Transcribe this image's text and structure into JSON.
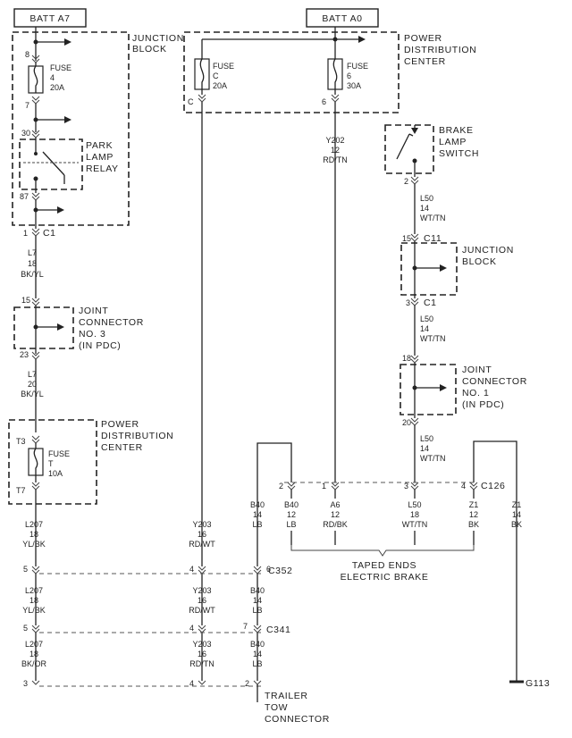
{
  "sources": {
    "batt_a7": "BATT A7",
    "batt_a0": "BATT A0"
  },
  "junction_block_left": {
    "label": [
      "JUNCTION",
      "BLOCK"
    ],
    "pin_top": "8",
    "fuse": [
      "FUSE",
      "4",
      "20A"
    ],
    "pin_after_fuse": "7",
    "pin_relay_in": "30",
    "relay": [
      "PARK",
      "LAMP",
      "RELAY"
    ],
    "pin_relay_out": "87",
    "connector_pin": "1",
    "connector": "C1"
  },
  "pdc_top": {
    "label": [
      "POWER",
      "DISTRIBUTION",
      "CENTER"
    ],
    "fuse_c": [
      "FUSE",
      "C",
      "20A"
    ],
    "fuse_c_pin": "C",
    "fuse_6": [
      "FUSE",
      "6",
      "30A"
    ],
    "fuse_6_pin": "6"
  },
  "wires": {
    "l7_upper": [
      "L7",
      "18",
      "BK/YL"
    ],
    "l7_lower": [
      "L7",
      "20",
      "BK/YL"
    ],
    "y202": [
      "Y202",
      "12",
      "RD/TN"
    ],
    "l50_a": [
      "L50",
      "14",
      "WT/TN"
    ],
    "l50_b": [
      "L50",
      "14",
      "WT/TN"
    ],
    "l50_c": [
      "L50",
      "14",
      "WT/TN"
    ]
  },
  "joint_connector_3": {
    "pin_top": "15",
    "label": [
      "JOINT",
      "CONNECTOR",
      "NO. 3",
      "(IN PDC)"
    ],
    "pin_bottom": "23"
  },
  "pdc_lower": {
    "label": [
      "POWER",
      "DISTRIBUTION",
      "CENTER"
    ],
    "pin_top": "T3",
    "fuse": [
      "FUSE",
      "T",
      "10A"
    ],
    "pin_bottom": "T7"
  },
  "brake_lamp_switch": {
    "label": [
      "BRAKE",
      "LAMP",
      "SWITCH"
    ],
    "pin": "2"
  },
  "junction_block_right": {
    "pin_top": "15",
    "connector_top": "C11",
    "label": [
      "JUNCTION",
      "BLOCK"
    ],
    "pin_bottom": "3",
    "connector_bottom": "C1"
  },
  "joint_connector_1": {
    "pin_top": "18",
    "label": [
      "JOINT",
      "CONNECTOR",
      "NO. 1",
      "(IN PDC)"
    ],
    "pin_bottom": "20"
  },
  "c126": {
    "name": "C126",
    "pins": [
      "2",
      "1",
      "3",
      "4"
    ]
  },
  "below_c126": {
    "b40": [
      "B40",
      "12",
      "LB"
    ],
    "a6": [
      "A6",
      "12",
      "RD/BK"
    ],
    "l50": [
      "L50",
      "18",
      "WT/TN"
    ],
    "z1_a": [
      "Z1",
      "12",
      "BK"
    ],
    "z1_b": [
      "Z1",
      "14",
      "BK"
    ]
  },
  "taped_ends": [
    "TAPED ENDS",
    "ELECTRIC BRAKE"
  ],
  "c352": {
    "name": "C352",
    "pins": [
      "5",
      "4",
      "6"
    ]
  },
  "between_c352_c341": {
    "l207": [
      "L207",
      "18",
      "YL/BK"
    ],
    "y203": [
      "Y203",
      "16",
      "RD/WT"
    ],
    "b40": [
      "B40",
      "14",
      "LB"
    ]
  },
  "c341": {
    "name": "C341",
    "pins": [
      "5",
      "4",
      "7"
    ]
  },
  "above_c352": {
    "l207": [
      "L207",
      "18",
      "YL/BK"
    ],
    "y203": [
      "Y203",
      "16",
      "RD/WT"
    ],
    "b40": [
      "B40",
      "14",
      "LB"
    ]
  },
  "below_c341": {
    "l207": [
      "L207",
      "18",
      "BK/OR"
    ],
    "y203": [
      "Y203",
      "16",
      "RD/TN"
    ],
    "b40": [
      "B40",
      "14",
      "LB"
    ]
  },
  "trailer_tow": {
    "pins": [
      "3",
      "4",
      "2"
    ],
    "label": [
      "TRAILER",
      "TOW",
      "CONNECTOR"
    ]
  },
  "ground": "G113"
}
